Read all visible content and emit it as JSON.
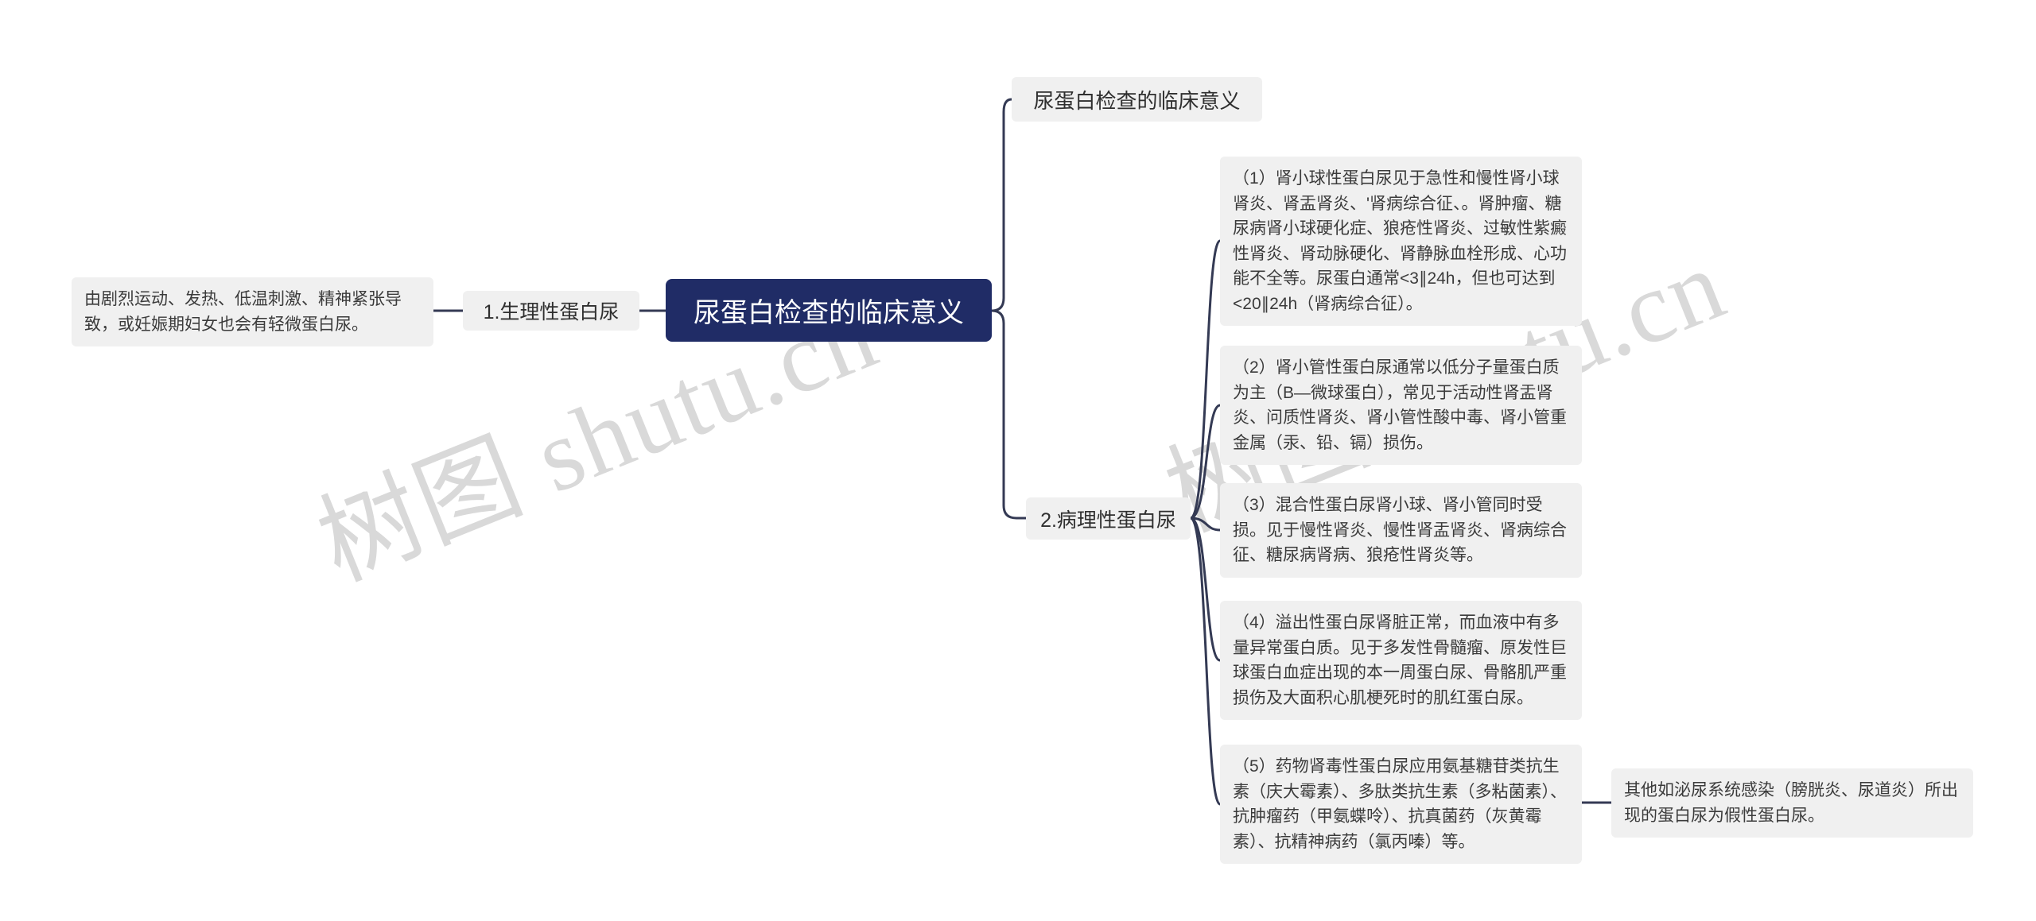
{
  "watermark": {
    "text": "树图 shutu.cn",
    "color": "#d9d9d9"
  },
  "root": {
    "label": "尿蛋白检查的临床意义"
  },
  "top_note": {
    "label": "尿蛋白检查的临床意义"
  },
  "physiological": {
    "node_label": "1.生理性蛋白尿",
    "detail": "由剧烈运动、发热、低温刺激、精神紧张导致，或妊娠期妇女也会有轻微蛋白尿。"
  },
  "pathological": {
    "node_label": "2.病理性蛋白尿",
    "items": [
      "（1）肾小球性蛋白尿见于急性和慢性肾小球肾炎、肾盂肾炎、'肾病综合征、。肾肿瘤、糖尿病肾小球硬化症、狼疮性肾炎、过敏性紫癜性肾炎、肾动脉硬化、肾静脉血栓形成、心功能不全等。尿蛋白通常<3∥24h，但也可达到<20∥24h（肾病综合征）。",
      "（2）肾小管性蛋白尿通常以低分子量蛋白质为主（B—微球蛋白），常见于活动性肾盂肾炎、问质性肾炎、肾小管性酸中毒、肾小管重金属（汞、铅、镉）损伤。",
      "（3）混合性蛋白尿肾小球、肾小管同时受损。见于慢性肾炎、慢性肾盂肾炎、肾病综合征、糖尿病肾病、狼疮性肾炎等。",
      "（4）溢出性蛋白尿肾脏正常，而血液中有多量异常蛋白质。见于多发性骨髓瘤、原发性巨球蛋白血症出现的本一周蛋白尿、骨骼肌严重损伤及大面积心肌梗死时的肌红蛋白尿。",
      "（5）药物肾毒性蛋白尿应用氨基糖苷类抗生素（庆大霉素）、多肽类抗生素（多粘菌素）、抗肿瘤药（甲氨蝶呤）、抗真菌药（灰黄霉素）、抗精神病药（氯丙嗪）等。"
    ],
    "extra_note": "其他如泌尿系统感染（膀胱炎、尿道炎）所出现的蛋白尿为假性蛋白尿。"
  },
  "colors": {
    "root_bg": "#202c66",
    "root_text": "#ffffff",
    "box_bg": "#f0f0f0",
    "line": "#343a54",
    "text": "#3b3b3b",
    "watermark": "#d9d9d9"
  }
}
